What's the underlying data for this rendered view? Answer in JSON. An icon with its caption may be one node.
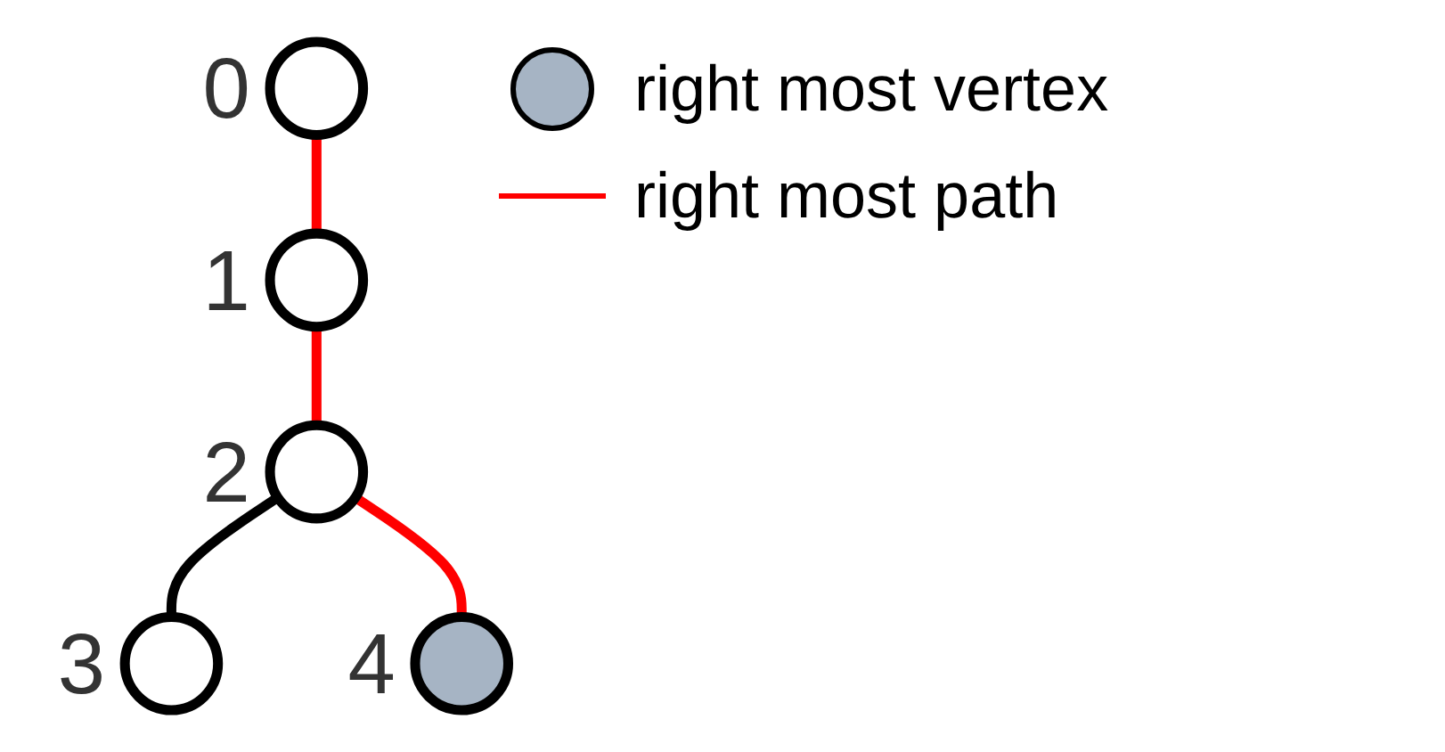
{
  "diagram": {
    "nodes": [
      {
        "text": [],
        "shape": "circle",
        "beside": [
          "0"
        ]
      },
      {
        "text": [],
        "shape": "circle",
        "beside": [
          "1"
        ]
      },
      {
        "text": [],
        "shape": "circle",
        "beside": [
          "2"
        ]
      },
      {
        "text": [],
        "shape": "circle",
        "beside": [
          "3"
        ]
      },
      {
        "text": [],
        "shape": "circle",
        "beside": [
          "4"
        ]
      }
    ],
    "edges": [
      {
        "from": 0,
        "to": 1,
        "arrow": "none"
      },
      {
        "from": 1,
        "to": 2,
        "arrow": "none"
      },
      {
        "from": 2,
        "to": 3,
        "arrow": "none",
        "color": "#000000"
      },
      {
        "from": 2,
        "to": 4,
        "arrow": "none"
      }
    ],
    "legend": [
      {
        "text": "right most vertex",
        "color": "#a6b4c4"
      },
      {
        "text": "right most path"
      }
    ]
  }
}
